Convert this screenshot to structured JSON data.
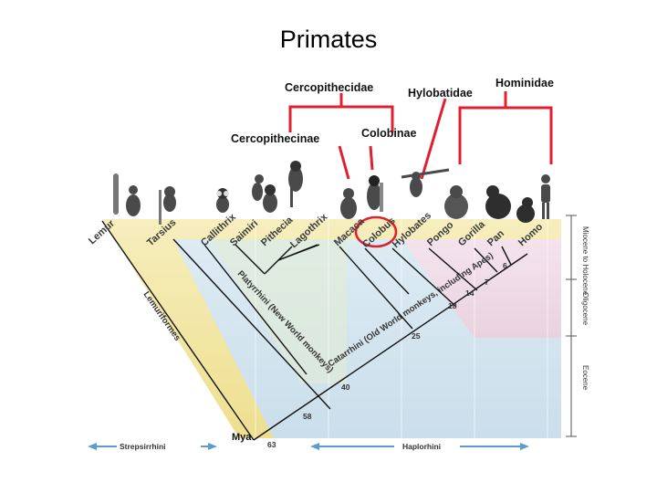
{
  "title": "Primates",
  "families": {
    "cercopithecidae": "Cercopithecidae",
    "hylobatidae": "Hylobatidae",
    "hominidae": "Hominidae"
  },
  "subfamilies": {
    "cercopithecinae": "Cercopithecinae",
    "colobinae": "Colobinae"
  },
  "taxa": [
    "Lemur",
    "Tarsius",
    "Callithrix",
    "Saimiri",
    "Pithecia",
    "Lagothrix",
    "Macaca",
    "Colobus",
    "Hylobates",
    "Pongo",
    "Gorilla",
    "Pan",
    "Homo"
  ],
  "clades": {
    "lemuriformes": "Lemuriformes",
    "platyrrhini": "Platyrrhini (New World monkeys)",
    "catarrhini": "Catarrhini (Old World monkeys, including Apes)"
  },
  "ages": [
    "6",
    "7",
    "14",
    "18",
    "25",
    "40",
    "58",
    "63"
  ],
  "mya": "Mya",
  "epochs": {
    "miocene": "Miocene to Holocene",
    "oligocene": "Oligocene",
    "eocene": "Eocene"
  },
  "bottom": {
    "strepsirrhini": "Strepsirrhini",
    "haplorhini": "Haplorhini"
  },
  "colors": {
    "red": "#e0202f",
    "yellow": "#f3eaa6",
    "blue": "#d5e6f3",
    "pink": "#f1dde6",
    "arrow": "#5b9ccf"
  }
}
